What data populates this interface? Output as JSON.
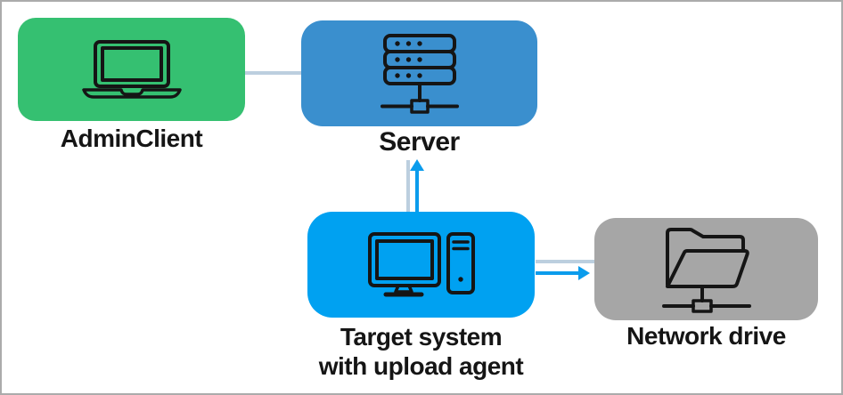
{
  "colors": {
    "admin_green": "#35C071",
    "server_blue": "#3A8FCE",
    "target_blue": "#00A1F1",
    "drive_gray": "#A6A6A6",
    "connector_light": "#BCCFDF",
    "arrow_blue": "#0B9CEC",
    "icon_black": "#151515",
    "border_gray": "#ABABAB"
  },
  "nodes": {
    "admin_client": {
      "label": "AdminClient",
      "icon": "laptop-icon"
    },
    "server": {
      "label": "Server",
      "icon": "server-rack-icon"
    },
    "target_system": {
      "label_line1": "Target system",
      "label_line2": "with upload agent",
      "icon": "desktop-computer-icon"
    },
    "network_drive": {
      "label": "Network drive",
      "icon": "network-folder-icon"
    }
  },
  "connectors": [
    {
      "from": "AdminClient",
      "to": "Server",
      "type": "plain-line"
    },
    {
      "from": "Target system with upload agent",
      "to": "Server",
      "type": "light-line-plus-blue-arrow",
      "direction": "up"
    },
    {
      "from": "Target system with upload agent",
      "to": "Network drive",
      "type": "light-line-plus-blue-arrow",
      "direction": "right"
    }
  ]
}
